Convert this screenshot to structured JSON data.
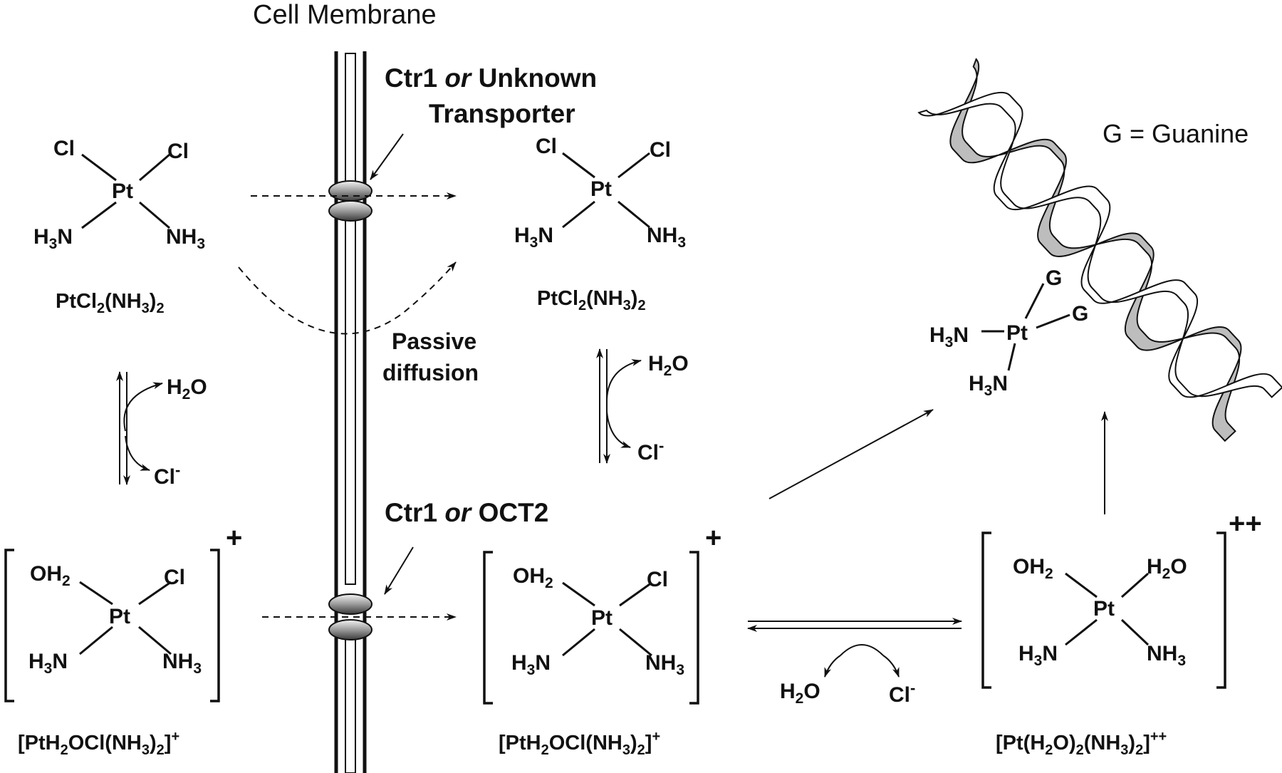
{
  "membrane": {
    "title": "Cell Membrane"
  },
  "transporters": {
    "top_label_line1_a": "Ctr1 ",
    "top_label_line1_or": "or",
    "top_label_line1_b": " Unknown",
    "top_label_line2": "Transporter",
    "bottom_label_a": "Ctr1 ",
    "bottom_label_or": "or",
    "bottom_label_b": " OCT2"
  },
  "passive": {
    "line1": "Passive",
    "line2": "diffusion"
  },
  "legend": {
    "guanine": "G = Guanine"
  },
  "atoms": {
    "pt": "Pt",
    "cl": "Cl",
    "h3": "H",
    "n": "N",
    "nh": "NH",
    "three": "3",
    "two": "2",
    "oh": "OH",
    "h2": "H",
    "o": "O",
    "g": "G",
    "minus": "-"
  },
  "charges": {
    "plus": "+",
    "plusplus": "++"
  },
  "names": {
    "cisplatin": {
      "a": "PtCl",
      "s1": "2",
      "b": "(NH",
      "s2": "3",
      "c": ")",
      "s3": "2"
    },
    "mono": {
      "a": "[PtH",
      "s1": "2",
      "b": "OCl(NH",
      "s2": "3",
      "c": ")",
      "s3": "2",
      "d": "]",
      "sup": "+"
    },
    "di": {
      "a": "[Pt(H",
      "s1": "2",
      "b": "O)",
      "s2": "2",
      "c": "(NH",
      "s3": "3",
      "d": ")",
      "s4": "2",
      "e": "]",
      "sup": "++"
    }
  }
}
